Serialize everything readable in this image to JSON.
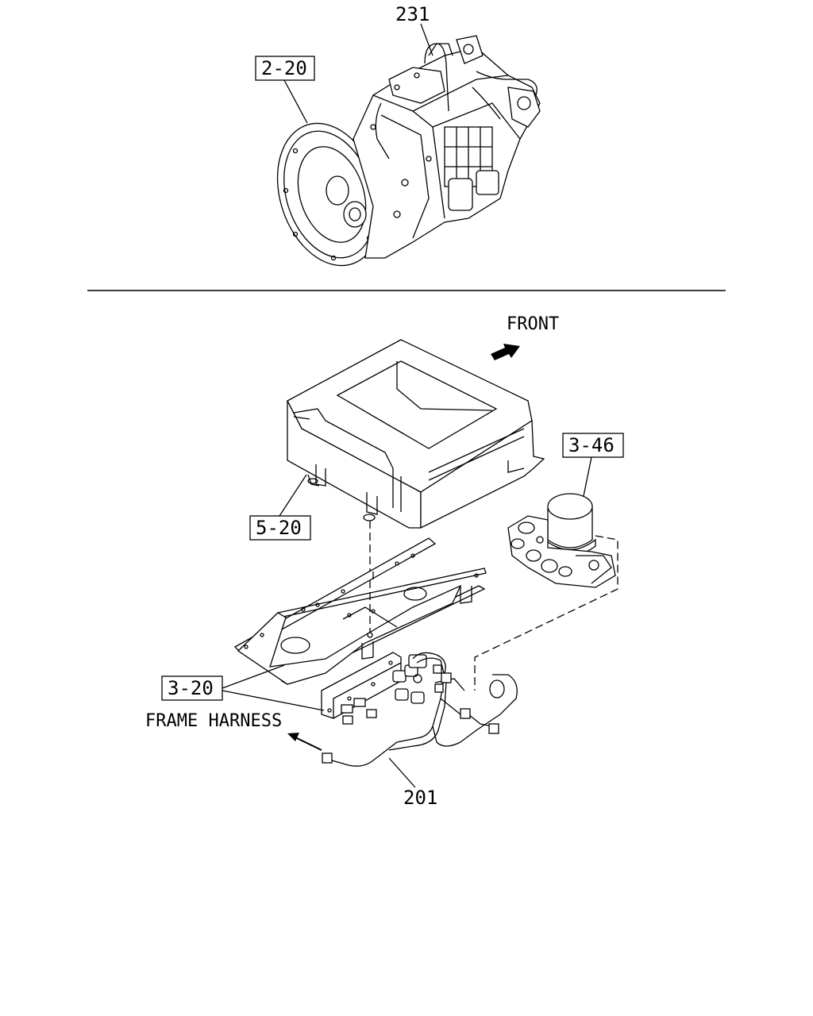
{
  "callouts": {
    "top_part_number": "231",
    "transmission_ref": "2-20",
    "bracket_ref": "5-20",
    "dryer_ref": "3-46",
    "frame_ref": "3-20",
    "harness_part_number": "201"
  },
  "labels": {
    "front": "FRONT",
    "frame_harness": "FRAME HARNESS"
  }
}
